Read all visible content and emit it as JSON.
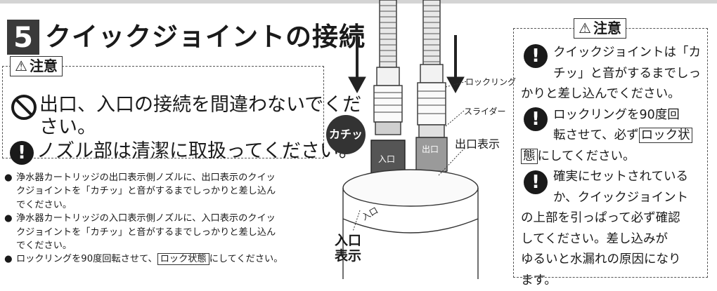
{
  "header": {
    "step_number": "5",
    "title": "クイックジョイントの接続"
  },
  "caution_left": {
    "tag_symbol": "⚠",
    "tag_label": "注意",
    "line1": "出口、入口の接続を間違わないでくだ",
    "line2": "さい。",
    "line3": "ノズル部は清潔に取扱ってください。"
  },
  "bullets": {
    "b1_l1": "浄水器カートリッジの出口表示側ノズルに、出口表示のクイッ",
    "b1_l2": "クジョイントを「カチッ」と音がするまでしっかりと差し込ん",
    "b1_l3": "でください。",
    "b2_l1": "浄水器カートリッジの入口表示側ノズルに、入口表示のクイッ",
    "b2_l2": "クジョイントを「カチッ」と音がするまでしっかりと差し込ん",
    "b2_l3": "でください。",
    "b3_pre": "ロックリングを90度回転させて、",
    "b3_box": "ロック状態",
    "b3_post": "にしてください。",
    "bullet_mark": "●"
  },
  "illustration": {
    "label_lock_ring": "ロックリング",
    "label_slider": "スライダー",
    "label_outlet_display": "出口表示",
    "label_outlet_on_fitting": "出口",
    "label_inlet_on_fitting": "入口",
    "label_inlet_on_body": "入口",
    "label_inlet_display_1": "入口",
    "label_inlet_display_2": "表示",
    "kachi": "カチッ"
  },
  "caution_right": {
    "tag_symbol": "⚠",
    "tag_label": "注意",
    "p1_l1": "クイックジョイントは「カ",
    "p1_l2": "チッ」と音がするまでしっ",
    "p1_l3": "かりと差し込んでください。",
    "p2_l1": "ロックリングを90度回",
    "p2_l2a": "転させて、必ず",
    "p2_l2b": "ロック状",
    "p2_l3a": "態",
    "p2_l3b": "にしてください。",
    "p3_l1": "確実にセットされている",
    "p3_l2": "か、クイックジョイント",
    "p3_l3": "の上部を引っぱって必ず確認",
    "p3_l4": "してください。差し込みが",
    "p3_l5": "ゆるいと水漏れの原因になり",
    "p3_l6": "ます。"
  }
}
